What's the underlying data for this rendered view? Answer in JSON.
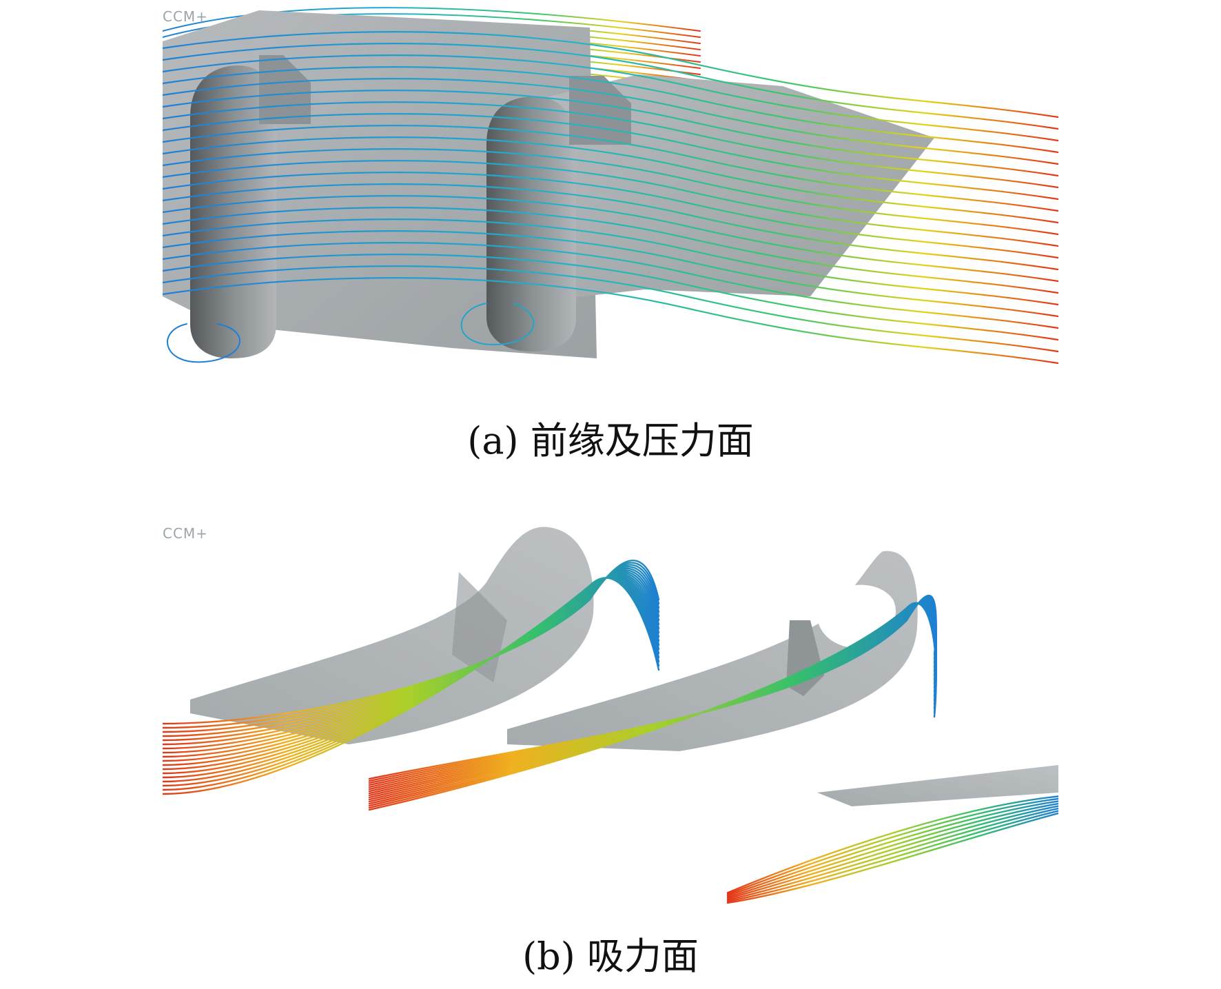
{
  "panel_a": {
    "watermark": "CCM+",
    "caption": "(a) 前缘及压力面"
  },
  "panel_b": {
    "watermark": "CCM+",
    "caption": "(b) 吸力面"
  },
  "colors": {
    "blade_surface": "#a9aeb1",
    "blade_dark": "#7d8387",
    "streamline_low": "#1f6fd0",
    "streamline_mid": "#28c47a",
    "streamline_high": "#e02a10"
  }
}
